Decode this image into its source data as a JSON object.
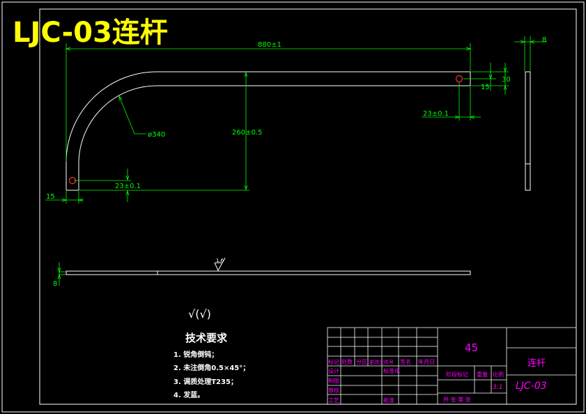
{
  "title": "LJC-03连杆",
  "colors": {
    "background": "#000000",
    "frame": "#ffffff",
    "part": "#ffffff",
    "dimension": "#00ff00",
    "title": "#ffff00",
    "table_label": "#ff00ff",
    "hole": "#ff3030"
  },
  "dimensions": {
    "overall_length": "880±1",
    "height": "260±0.5",
    "radius": "ø340",
    "left_hole_offset": "23±0.1",
    "left_margin": "15",
    "right_hole_offset": "23±0.1",
    "right_15": "15",
    "right_30": "30",
    "side_thickness": "8",
    "bar_thickness": "8",
    "roughness": "1.6"
  },
  "roughness_symbol": "√(√)",
  "tech_requirements": {
    "heading": "技术要求",
    "items": [
      "1. 锐角倒钝；",
      "2. 未注倒角0.5×45°；",
      "3. 调质处理T235；",
      "4. 发蓝。"
    ]
  },
  "title_block": {
    "material": "45",
    "part_name": "连杆",
    "drawing_number": "LJC-03",
    "scale": "3:1",
    "labels": {
      "mark": "标记",
      "count": "处数",
      "zone": "分区",
      "change_doc": "更改文件号",
      "signature": "签名",
      "date": "年月日",
      "design": "设计",
      "standardize": "标准化",
      "drafting": "制图",
      "review": "审核",
      "process": "工艺",
      "approve": "批准",
      "stage_mark": "阶段标记",
      "weight": "重量",
      "ratio": "比例",
      "sheets": "共  张  第  张"
    }
  }
}
